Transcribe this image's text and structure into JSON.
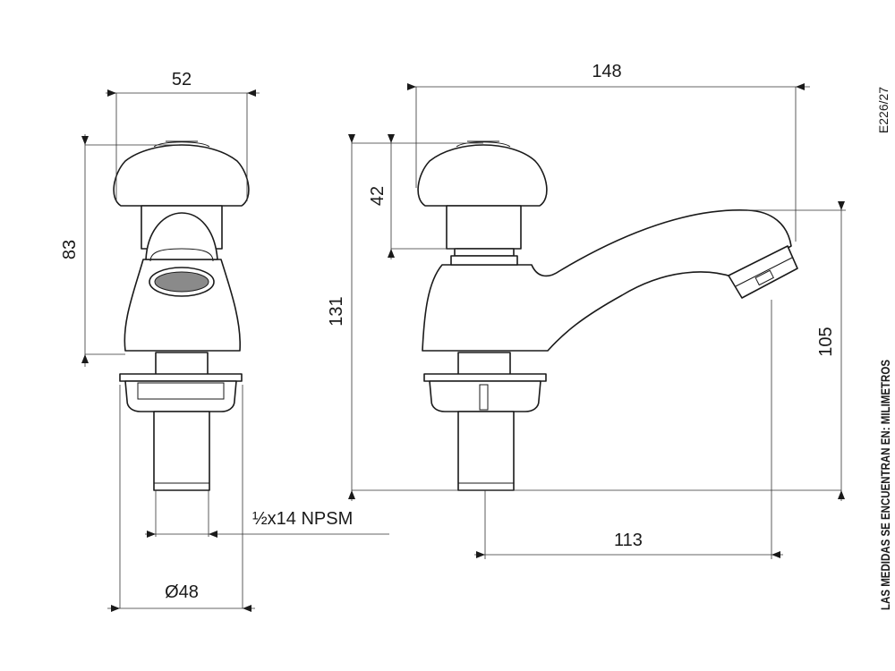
{
  "drawing": {
    "reference_code": "E226/27",
    "units_note": "LAS MEDIDAS SE ENCUENTRAN EN: MILIMETROS"
  },
  "front_view": {
    "width_label": "52",
    "height_label": "83",
    "thread_label": "½x14 NPSM",
    "base_diameter_label": "Ø48"
  },
  "side_view": {
    "total_length_label": "148",
    "total_height_label": "131",
    "handle_height_label": "42",
    "spout_height_label": "105",
    "reach_label": "113"
  }
}
